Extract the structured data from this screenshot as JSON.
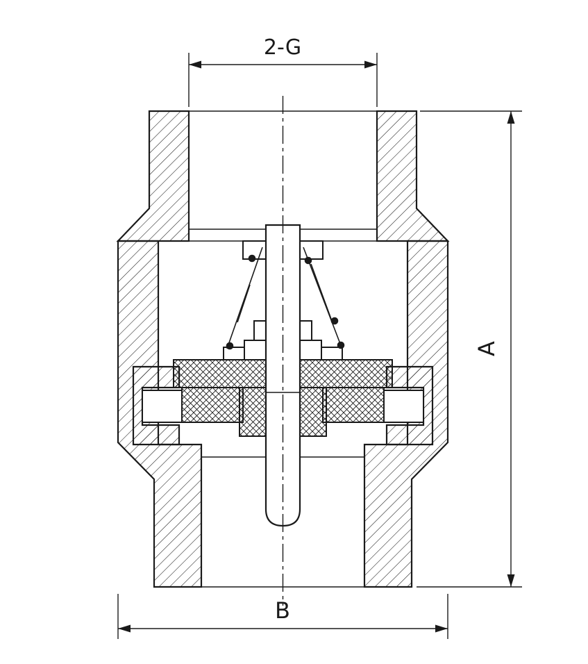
{
  "diagram": {
    "labels": {
      "top_port": "2-G",
      "height": "A",
      "width": "B"
    },
    "colors": {
      "line": "#1a1a1a",
      "background": "#ffffff"
    }
  }
}
